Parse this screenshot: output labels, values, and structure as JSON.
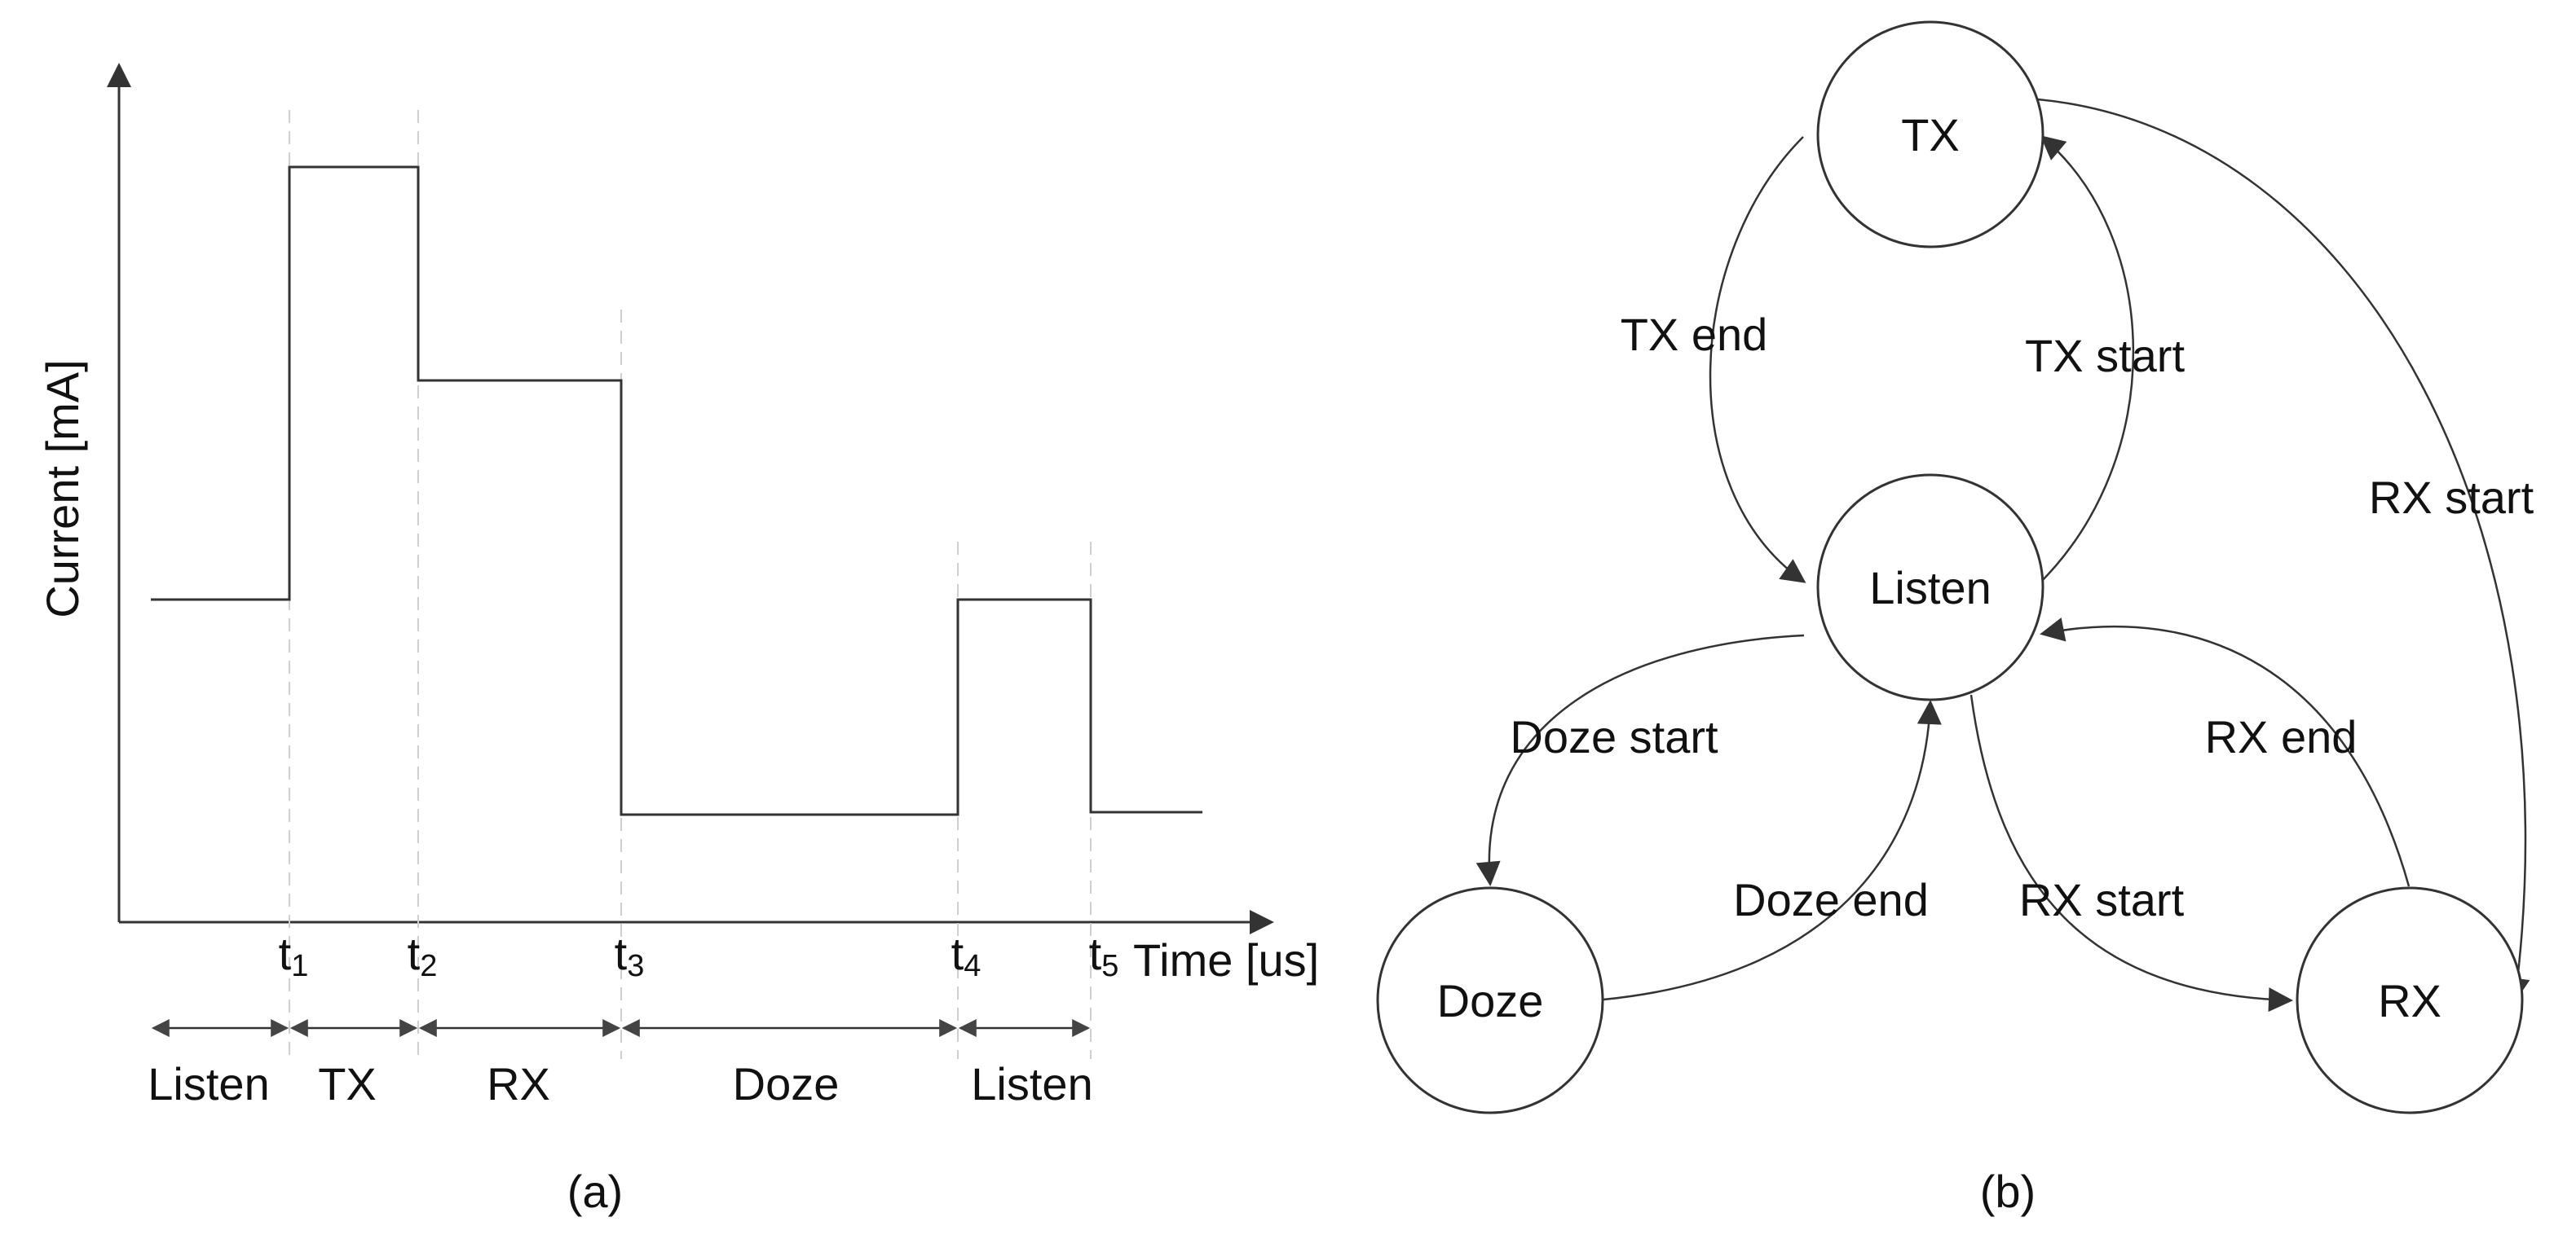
{
  "panel_a": {
    "caption": "(a)",
    "y_axis_label": "Current [mA]",
    "x_axis_label": "Time [us]",
    "ticks": [
      {
        "base": "t",
        "sub": "1"
      },
      {
        "base": "t",
        "sub": "2"
      },
      {
        "base": "t",
        "sub": "3"
      },
      {
        "base": "t",
        "sub": "4"
      },
      {
        "base": "t",
        "sub": "5"
      }
    ],
    "intervals": [
      "Listen",
      "TX",
      "RX",
      "Doze",
      "Listen"
    ],
    "current_levels_relative": [
      0.42,
      1.0,
      0.72,
      0.14,
      0.42,
      0.14
    ]
  },
  "panel_b": {
    "caption": "(b)",
    "states": {
      "tx": "TX",
      "listen": "Listen",
      "doze": "Doze",
      "rx": "RX"
    },
    "transitions": {
      "tx_end": "TX end",
      "tx_start": "TX start",
      "rx_start_from_tx": "RX start",
      "doze_start": "Doze start",
      "doze_end": "Doze end",
      "rx_start": "RX start",
      "rx_end": "RX end"
    }
  }
}
